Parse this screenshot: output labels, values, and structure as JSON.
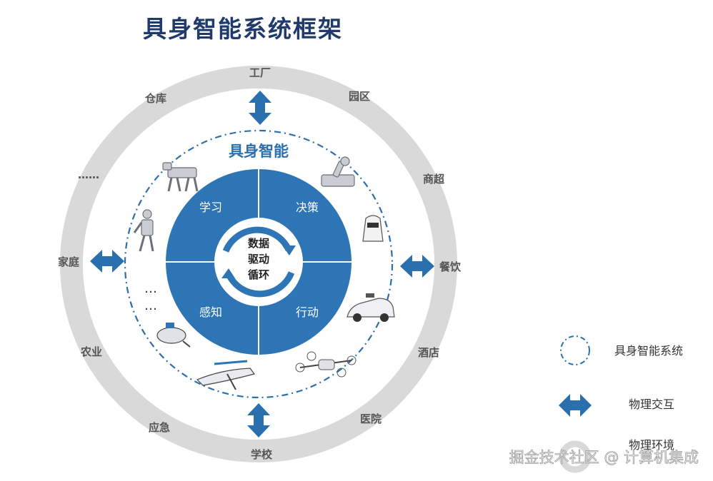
{
  "title": "具身智能系统框架",
  "inner_title": "具身智能",
  "ring_labels": {
    "top": "工厂",
    "top_right": "园区",
    "right_upper": "商超",
    "right": "餐饮",
    "right_lower": "酒店",
    "bottom_right": "医院",
    "bottom": "学校",
    "bottom_left": "应急",
    "left_lower": "农业",
    "left": "家庭",
    "left_upper": "……",
    "top_left": "仓库"
  },
  "quadrants": {
    "top_left": "学习",
    "top_right": "决策",
    "bottom_left": "感知",
    "bottom_right": "行动"
  },
  "center_lines": [
    "数据",
    "驱动",
    "循环"
  ],
  "inner_ellipsis": [
    "…",
    "…"
  ],
  "legend": {
    "system": "具身智能系统",
    "interaction": "物理交互",
    "environment": "物理环境"
  },
  "watermark": "掘金技术社区 @ 计算机集成",
  "colors": {
    "ring": "#d9d9d9",
    "core": "#2e75b6",
    "arrow": "#2a6fae",
    "title": "#1f3a6b"
  },
  "icons": [
    "robot-dog-icon",
    "robot-arm-icon",
    "humanoid-robot-icon",
    "service-robot-icon",
    "autonomous-car-icon",
    "drone-icon",
    "aircraft-icon",
    "underwater-robot-icon"
  ]
}
